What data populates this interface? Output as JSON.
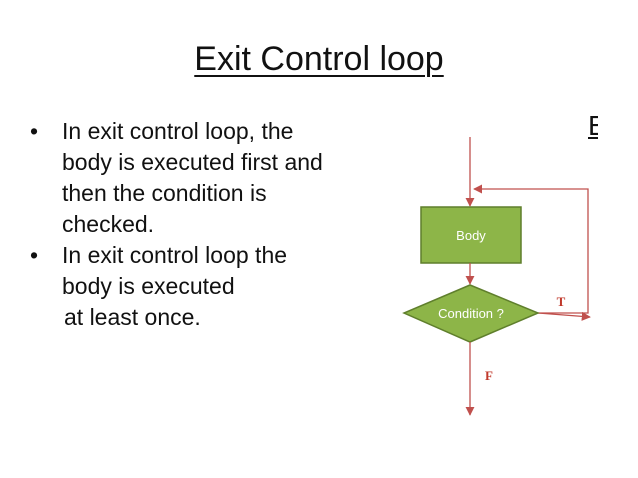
{
  "slide": {
    "title": "Exit Control loop",
    "clipped_heading_letter": "E",
    "bullets": [
      {
        "marker": "•",
        "lines": [
          "In exit control loop, the",
          "body is executed first and",
          "then the condition is",
          "checked."
        ]
      },
      {
        "marker": "•",
        "lines": [
          "In exit control loop the",
          "body is executed"
        ]
      }
    ],
    "continuation": "at least once."
  },
  "flowchart": {
    "body_label": "Body",
    "condition_label": "Condition ?",
    "true_label": "T",
    "false_label": "F",
    "colors": {
      "box_fill": "#8db548",
      "box_border": "#5f7f2c",
      "arrow": "#c0504d",
      "branch_text": "#c0392b",
      "node_text": "#ffffff"
    }
  }
}
